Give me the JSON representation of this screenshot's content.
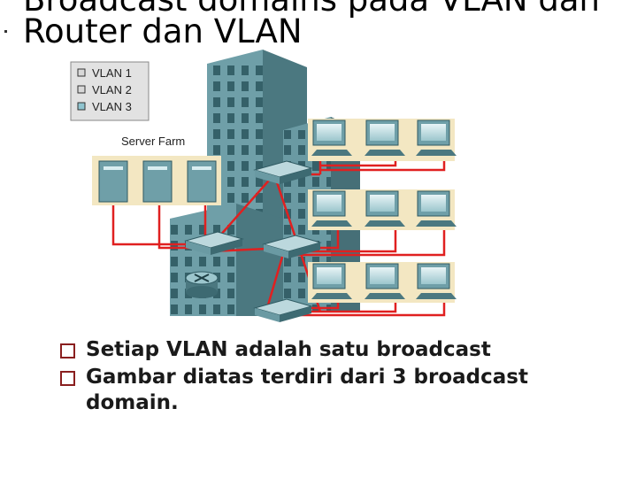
{
  "slide": {
    "title_line1": "Broadcast domains pada VLAN dan",
    "title_line2": "Router dan VLAN"
  },
  "diagram": {
    "legend": [
      {
        "label": "VLAN 1",
        "color": "#d8d8d8"
      },
      {
        "label": "VLAN 2",
        "color": "#d8d8d8"
      },
      {
        "label": "VLAN 3",
        "color": "#8fc4cf"
      }
    ],
    "server_farm_label": "Server Farm",
    "link_color": "#e02020",
    "building_color": "#5f9099"
  },
  "bullets": [
    "Setiap VLAN  adalah satu broadcast",
    "Gambar diatas terdiri dari 3 broadcast domain."
  ]
}
